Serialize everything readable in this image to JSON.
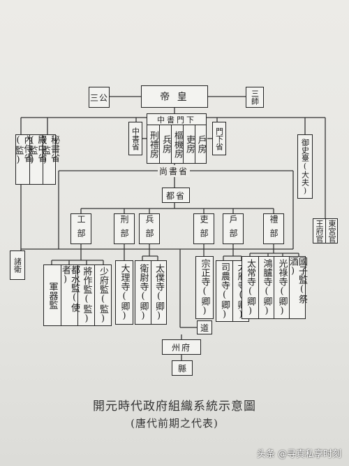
{
  "diagram": {
    "emperor": "帝 皇",
    "sangong": "三公",
    "sanshi": "三師",
    "zhongshu_sheng": "中書省",
    "menxia_sheng": "門下省",
    "zhongshu_menxia": "中書門下",
    "five_fang": [
      "吏房",
      "樞機房",
      "兵房",
      "刑禮房",
      "戶房"
    ],
    "left_offices": [
      "秘書省(監)",
      "殿中省(監)",
      "內侍省(監)"
    ],
    "yushitai": "御史臺(大夫)",
    "dongong": "東宮官",
    "wangfu": "王府官",
    "shangshu_sheng": "尚書省",
    "dusheng": "都省",
    "six_ministries": [
      "工部",
      "刑部",
      "兵部",
      "吏部",
      "戶部",
      "禮部"
    ],
    "zhuwei": "諸衛",
    "gong_jian": [
      "軍器監",
      "都水監(使者)",
      "將作監(監)",
      "少府監(監)"
    ],
    "dalisi": "大理寺(卿)",
    "bing_si": [
      "衛尉寺(卿)",
      "太僕寺(卿)"
    ],
    "zongzhengsi": "宗正寺(卿)",
    "hu_si": [
      "司農寺(卿)",
      "太府寺(卿)"
    ],
    "li_si": [
      "太常寺(卿)",
      "鴻臚寺(卿)",
      "光祿寺(卿)",
      "國子監(祭酒)"
    ],
    "dao": "道",
    "zhoufu": "州府",
    "xian": "縣"
  },
  "caption": {
    "title": "開元時代政府組織系統示意圖",
    "subtitle": "(唐代前期之代表)"
  },
  "watermark": "头条 @寻真私享时刻"
}
